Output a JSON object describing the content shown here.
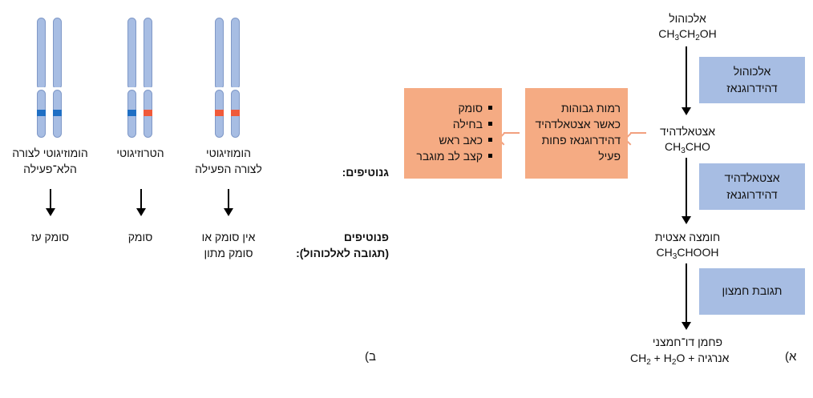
{
  "panel_a": {
    "label": "(א",
    "alcohol": {
      "name": "אלכוהול",
      "formula": "CH3CH2OH"
    },
    "enzyme1": {
      "line1": "אלכוהול",
      "line2": "דהידרוגנאז"
    },
    "acetaldehyde": {
      "name": "אצטאלדהיד",
      "formula": "CH3CHO"
    },
    "enzyme2": {
      "line1": "אצטאלדהיד",
      "line2": "דהידרוגנאז"
    },
    "acetic_acid": {
      "name": "חומצה אצטית",
      "formula": "CH3CHOOH"
    },
    "reaction3": {
      "text": "תגובת חמצון"
    },
    "end": {
      "line1": "פחמן דו־חמצני",
      "line2_prefix": "אנרגיה",
      "line2_formula": "CH2 + H2O +"
    },
    "high_levels_box": {
      "line1": "רמות גבוהות",
      "line2": "כאשר אצטאלדהיד",
      "line3": "דהידרוגנאז פחות",
      "line4": "פעיל"
    },
    "symptoms": [
      "סומק",
      "בחילה",
      "כאב ראש",
      "קצב לב מוגבר"
    ],
    "colors": {
      "enzyme_box": "#a7bde3",
      "orange_box": "#f5ab83",
      "orange_arrow": "#f2a07f"
    }
  },
  "panel_b": {
    "label": "(ב",
    "genotypes_label": "גנוטיפים:",
    "phenotypes_label_line1": "פנוטיפים",
    "phenotypes_label_line2": "(תגובה לאלכוהול):",
    "columns": [
      {
        "genotype_line1": "הומוזיגוטי",
        "genotype_line2": "לצורה הפעילה",
        "phenotype_line1": "אין סומק או",
        "phenotype_line2": "סומק מתון",
        "allele_colors": [
          "#f05a3a",
          "#f05a3a"
        ]
      },
      {
        "genotype_line1": "הטרוזיגוטי",
        "genotype_line2": "",
        "phenotype_line1": "סומק",
        "phenotype_line2": "",
        "allele_colors": [
          "#1f6fc4",
          "#f05a3a"
        ]
      },
      {
        "genotype_line1": "הומוזיגוטי לצורה",
        "genotype_line2": "הלא־פעילה",
        "phenotype_line1": "סומק עז",
        "phenotype_line2": "",
        "allele_colors": [
          "#1f6fc4",
          "#1f6fc4"
        ]
      }
    ]
  }
}
